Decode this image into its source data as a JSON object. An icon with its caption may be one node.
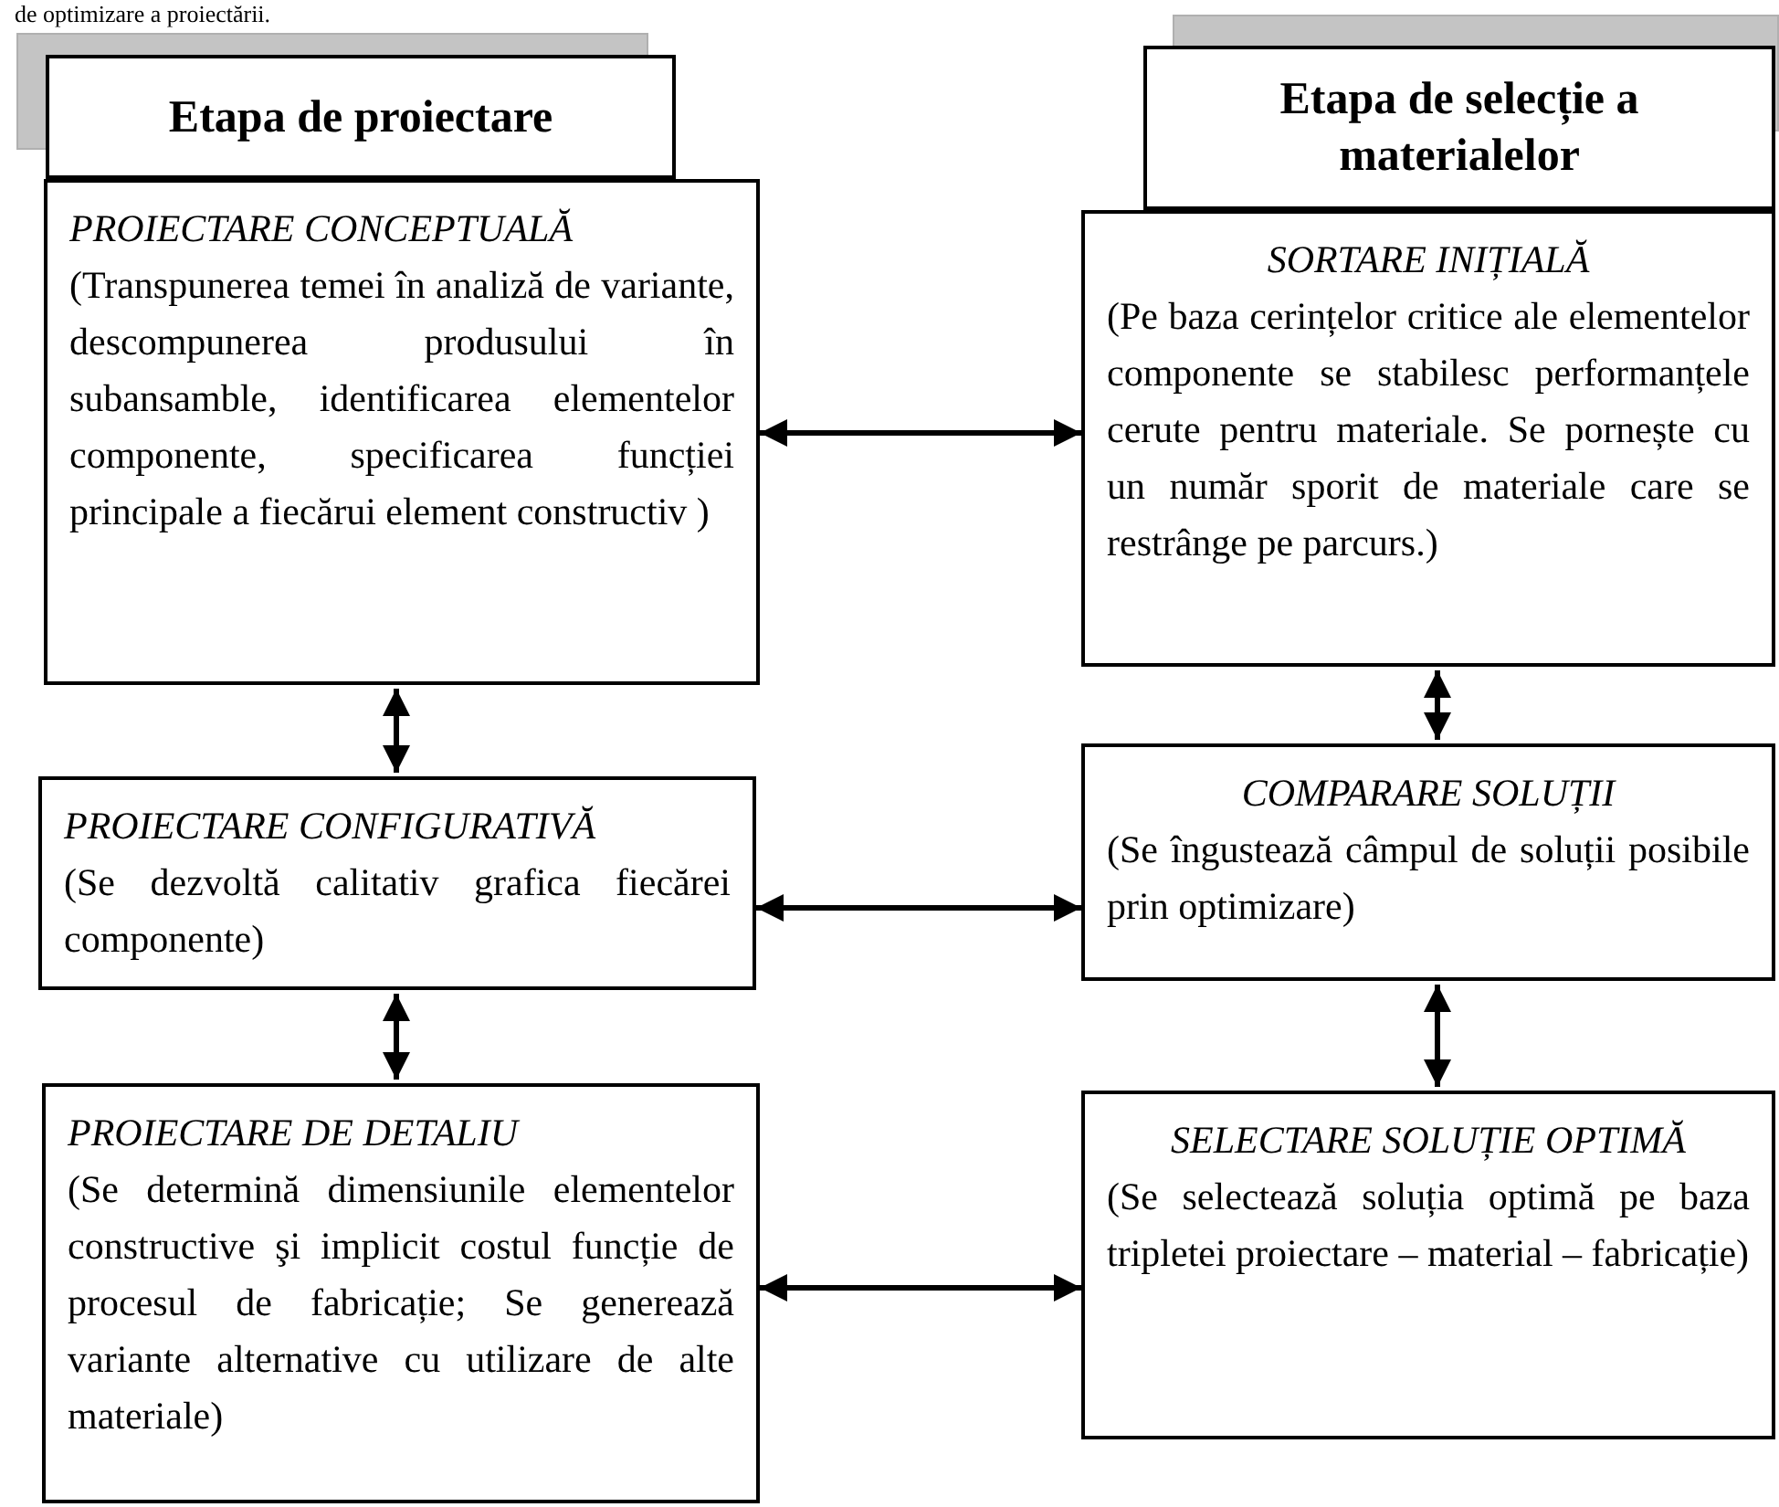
{
  "diagram": {
    "nodes": [
      {
        "text": [
          "Etapa de proiectare"
        ]
      },
      {
        "text": [
          "Etapa de selecție a materialelor"
        ]
      },
      {
        "text": [
          "PROIECTARE CONCEPTUALĂ",
          "(Transpunerea temei în analiză de variante, descompunerea produsului în subansamble, identificarea elementelor componente, specificarea funcției principale a fiecărui element constructiv )"
        ]
      },
      {
        "text": [
          "SORTARE INIȚIALĂ",
          "(Pe baza cerințelor critice ale elementelor componente se stabilesc performanțele cerute pentru materiale. Se pornește cu un număr sporit de materiale care se restrânge pe parcurs.)"
        ]
      },
      {
        "text": [
          "PROIECTARE CONFIGURATIVĂ",
          "(Se dezvoltă calitativ grafica fiecărei componente)"
        ]
      },
      {
        "text": [
          "COMPARARE SOLUȚII",
          "(Se îngustează câmpul de soluții posibile prin optimizare)"
        ]
      },
      {
        "text": [
          "PROIECTARE DE DETALIU",
          "(Se determină dimensiunile elementelor constructive şi implicit costul funcție de procesul de fabricație; Se generează variante alternative cu utilizare de alte materiale)"
        ]
      },
      {
        "text": [
          "SELECTARE SOLUȚIE OPTIMĂ",
          "(Se selectează soluția optimă pe baza tripletei proiectare – material – fabricație)"
        ]
      }
    ],
    "edges": [
      {
        "from": 2,
        "to": 3,
        "arrow": "both"
      },
      {
        "from": 2,
        "to": 4,
        "arrow": "both"
      },
      {
        "from": 3,
        "to": 5,
        "arrow": "both"
      },
      {
        "from": 4,
        "to": 5,
        "arrow": "both"
      },
      {
        "from": 4,
        "to": 6,
        "arrow": "both"
      },
      {
        "from": 5,
        "to": 7,
        "arrow": "both"
      },
      {
        "from": 6,
        "to": 7,
        "arrow": "both"
      }
    ],
    "labels": [
      "de optimizare a proiectării."
    ]
  }
}
